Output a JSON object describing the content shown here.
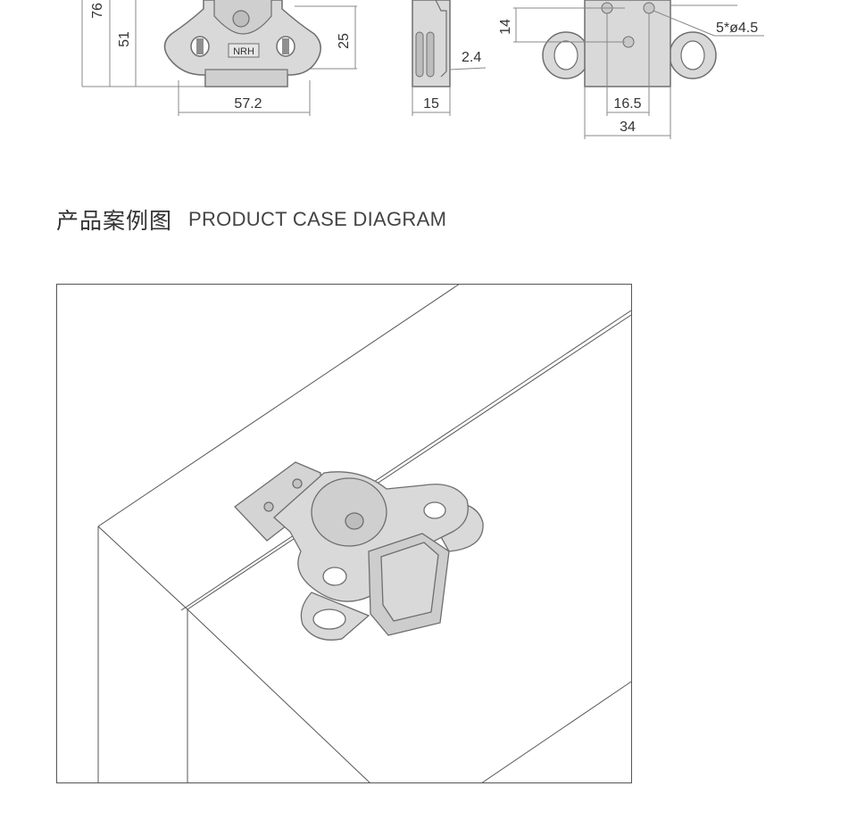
{
  "technical_drawing": {
    "front_view": {
      "dim_overall_height": "76",
      "dim_height": "51",
      "dim_base_height": "25",
      "dim_width": "57.2",
      "logo_text": "NRH"
    },
    "side_view": {
      "dim_thickness": "2.4",
      "dim_depth": "15"
    },
    "rear_view": {
      "dim_hole_spacing_vertical": "14",
      "dim_holes": "5*ø4.5",
      "dim_hole_spacing_horizontal": "16.5",
      "dim_plate_width": "34"
    }
  },
  "section": {
    "title_cn": "产品案例图",
    "title_en": "PRODUCT CASE DIAGRAM"
  },
  "colors": {
    "line": "#555555",
    "part_fill": "#d9d9d9",
    "part_stroke": "#6e6e6e",
    "text": "#333333"
  }
}
